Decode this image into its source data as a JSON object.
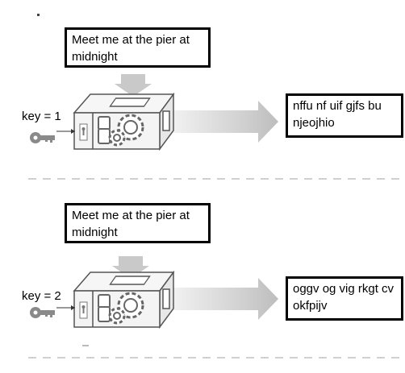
{
  "panels": [
    {
      "plaintext": "Meet me at the pier at midnight",
      "key_label": "key = 1",
      "ciphertext": "nffu nf uif gjfs bu njeojhio"
    },
    {
      "plaintext": "Meet me at the pier at midnight",
      "key_label": "key = 2",
      "ciphertext": "oggv og vig rkgt cv okfpijv"
    }
  ],
  "colors": {
    "arrow": "#c8c8c8",
    "separator": "#d0d0d0",
    "box_fill": "#f4f4f4",
    "box_stroke": "#555555"
  }
}
